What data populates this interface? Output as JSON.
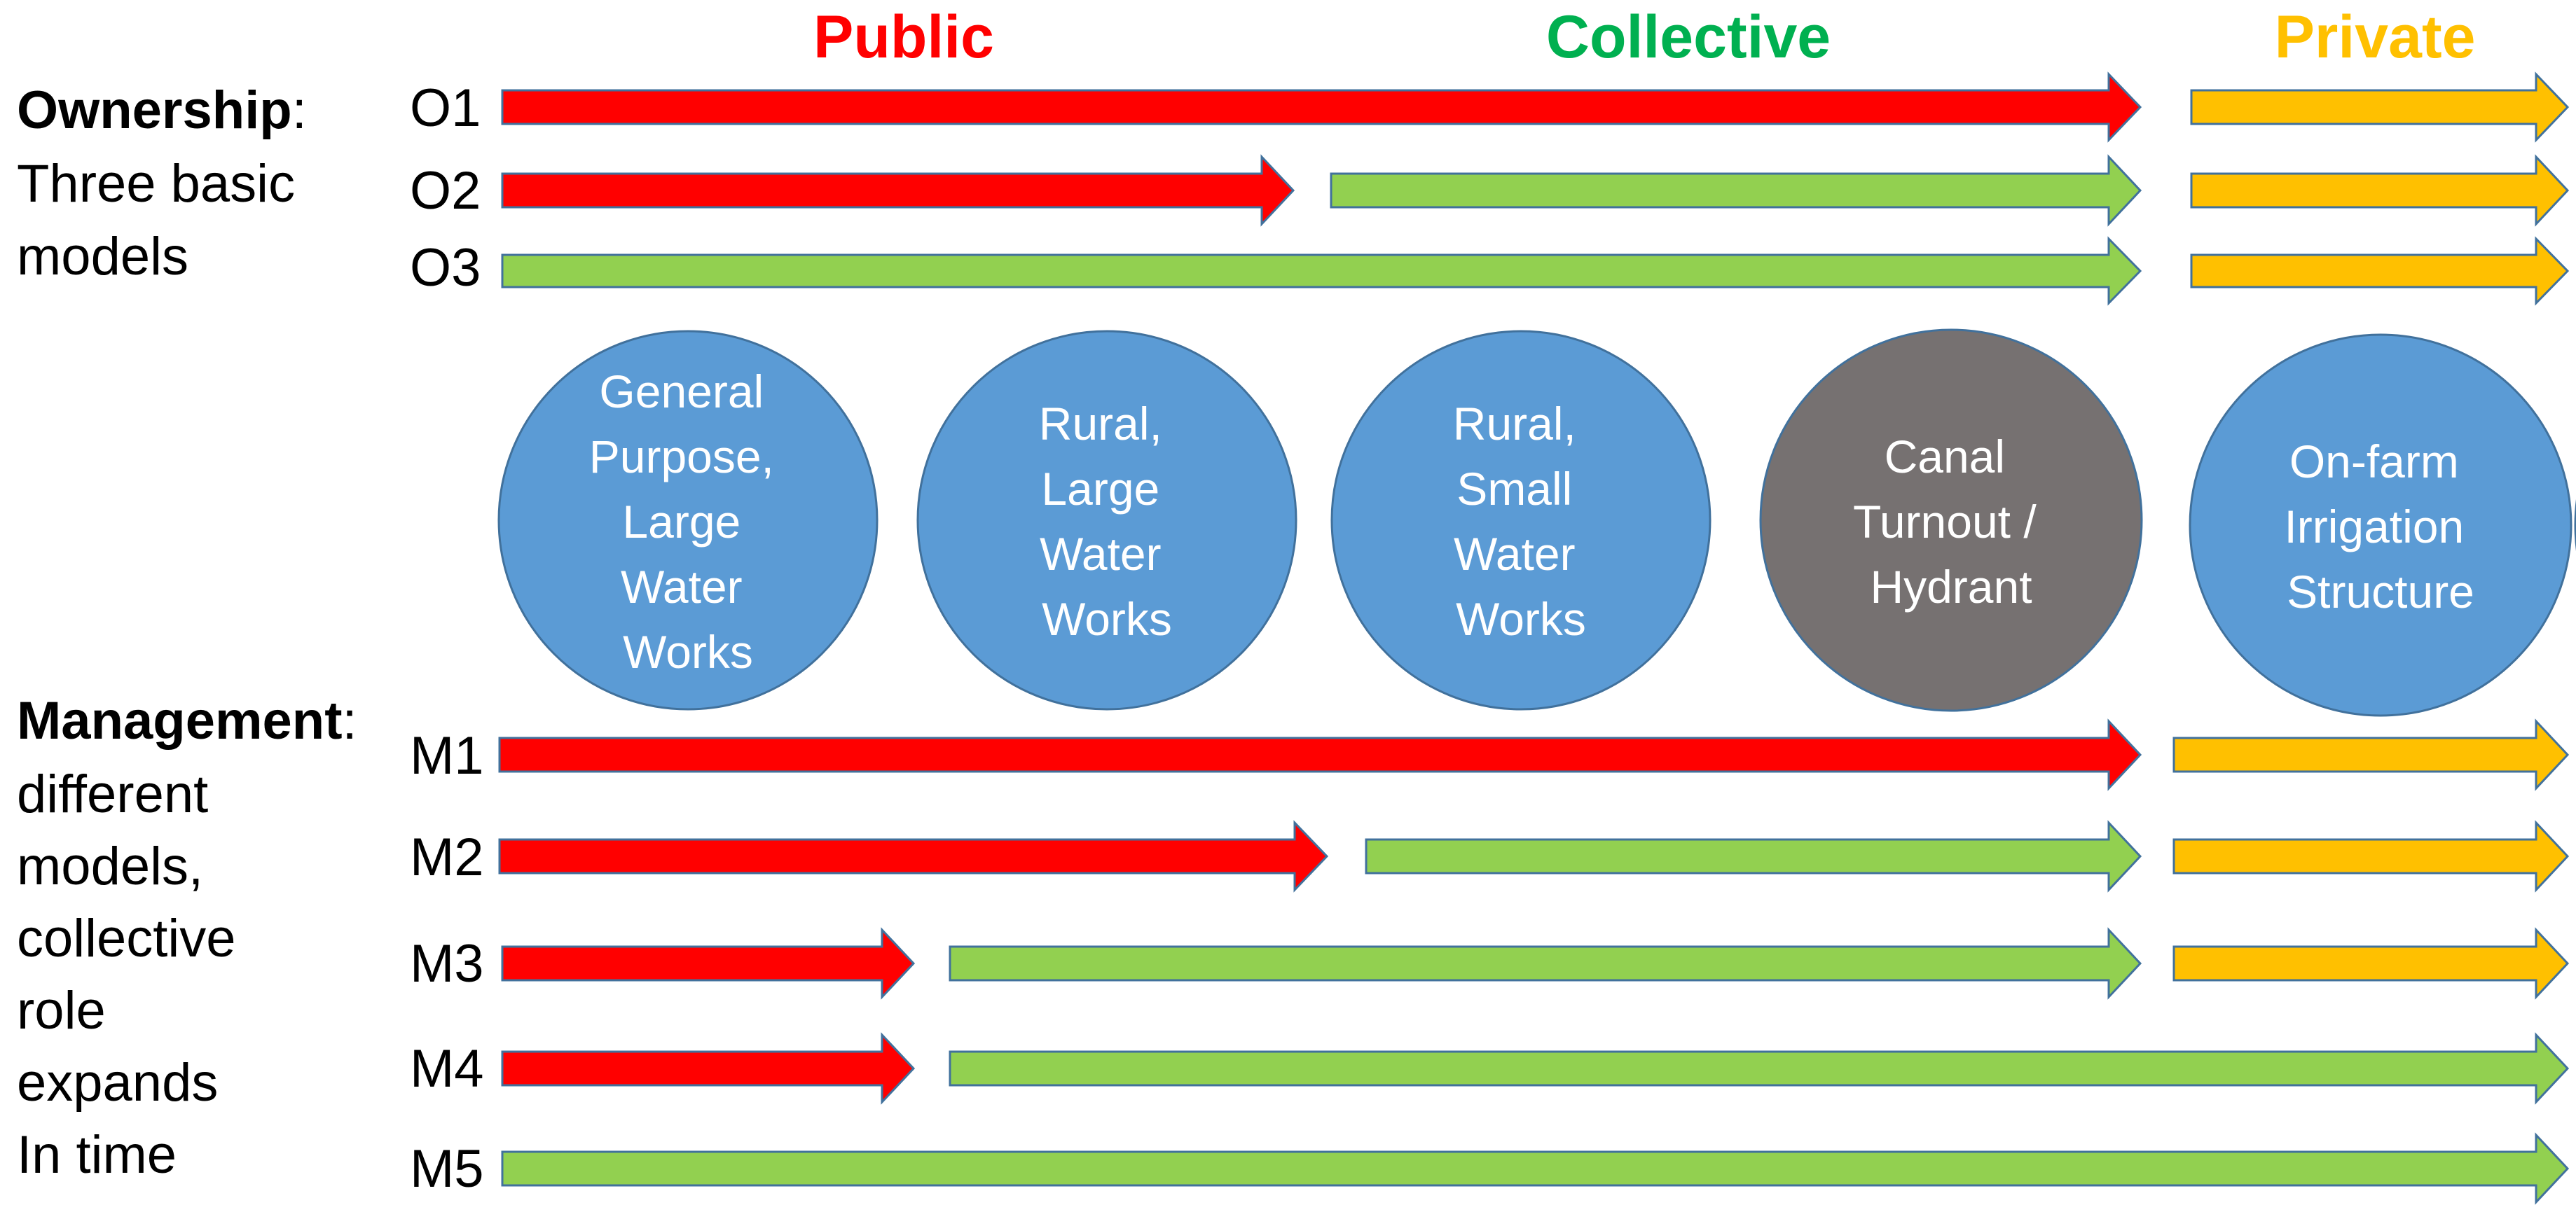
{
  "headers": {
    "public": {
      "label": "Public",
      "color": "#ff0000"
    },
    "collective": {
      "label": "Collective",
      "color": "#00b050"
    },
    "private": {
      "label": "Private",
      "color": "#ffc000"
    }
  },
  "colors": {
    "public": "#ff0000",
    "collective": "#92d050",
    "private": "#ffc000",
    "outline": "#41719c",
    "circle": "#5b9bd5",
    "circle_dark": "#767171"
  },
  "ownership": {
    "title": "Ownership",
    "title_suffix": ":",
    "desc": [
      "Three basic",
      "models"
    ],
    "rows": [
      {
        "label": "O1",
        "arrows": [
          "public",
          "private"
        ]
      },
      {
        "label": "O2",
        "arrows": [
          "public",
          "collective",
          "private"
        ]
      },
      {
        "label": "O3",
        "arrows": [
          "collective",
          "private"
        ]
      }
    ]
  },
  "structures": [
    {
      "lines": [
        "General",
        "Purpose,",
        "Large",
        "Water",
        "Works"
      ],
      "fill": "blue"
    },
    {
      "lines": [
        "Rural,",
        "Large",
        "Water",
        "Works"
      ],
      "fill": "blue"
    },
    {
      "lines": [
        "Rural,",
        "Small",
        "Water",
        "Works"
      ],
      "fill": "blue"
    },
    {
      "lines": [
        "Canal",
        "Turnout /",
        "Hydrant"
      ],
      "fill": "gray"
    },
    {
      "lines": [
        "On-farm",
        "Irrigation",
        "Structure"
      ],
      "fill": "blue"
    }
  ],
  "management": {
    "title": "Management",
    "title_suffix": ":",
    "desc": [
      "different",
      "models,",
      "collective",
      "role",
      "expands",
      "In time"
    ],
    "rows": [
      {
        "label": "M1",
        "arrows": [
          "public",
          "private"
        ]
      },
      {
        "label": "M2",
        "arrows": [
          "public",
          "collective",
          "private"
        ]
      },
      {
        "label": "M3",
        "arrows": [
          "public",
          "collective",
          "private"
        ]
      },
      {
        "label": "M4",
        "arrows": [
          "public",
          "collective"
        ]
      },
      {
        "label": "M5",
        "arrows": [
          "collective"
        ]
      }
    ]
  }
}
